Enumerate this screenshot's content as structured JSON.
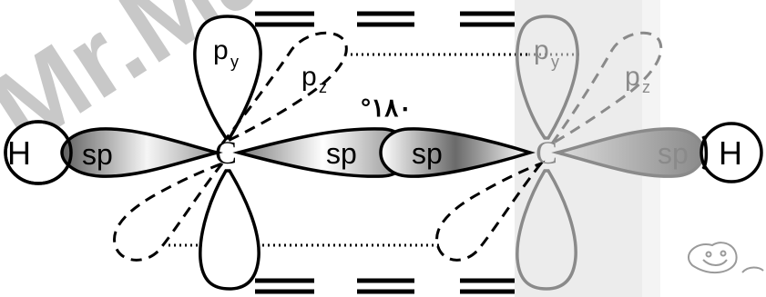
{
  "diagram": {
    "watermark_text": "Mr.Ma",
    "atoms": {
      "left_h": "H",
      "left_c": "C",
      "right_c": "C",
      "right_h": "H"
    },
    "orbitals": {
      "left_h_sp": "sp",
      "left_c_to_right_sp": "sp",
      "right_c_to_left_sp": "sp",
      "right_c_to_h_sp": "sp",
      "left_py": "p",
      "left_py_sub": "y",
      "left_pz": "p",
      "left_pz_sub": "z",
      "right_py": "p",
      "right_py_sub": "y",
      "right_pz": "p",
      "right_pz_sub": "z"
    },
    "angle_label": "°١٨٠",
    "colors": {
      "left_stroke": "#000000",
      "right_stroke": "#808080",
      "watermark": "#c8c8c8",
      "right_panel": "#eeeeee"
    }
  }
}
